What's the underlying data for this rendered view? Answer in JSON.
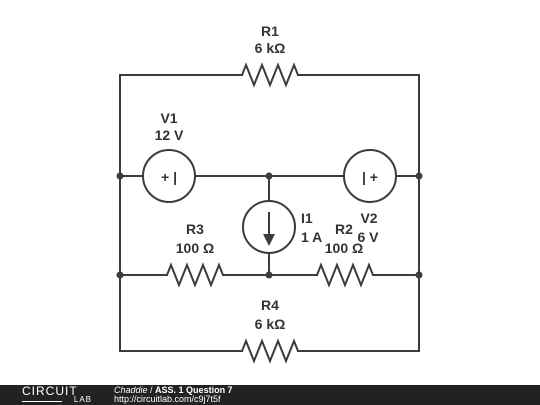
{
  "circuit": {
    "components": {
      "R1": {
        "label": "R1",
        "value": "6 kΩ"
      },
      "V1": {
        "label": "V1",
        "value": "12 V"
      },
      "V2": {
        "label": "V2",
        "value": "6 V"
      },
      "I1": {
        "label": "I1",
        "value": "1 A"
      },
      "R2": {
        "label": "R2",
        "value": "100 Ω"
      },
      "R3": {
        "label": "R3",
        "value": "100 Ω"
      },
      "R4": {
        "label": "R4",
        "value": "6 kΩ"
      }
    },
    "source_symbols": {
      "V1": "+ |",
      "V2": "| +"
    }
  },
  "footer": {
    "logo_top": "CIRCUIT",
    "logo_bottom": "LAB",
    "author": "Chaddie",
    "separator": " / ",
    "title": "ASS. 1 Question 7",
    "url": "http://circuitlab.com/c9j7t5f"
  },
  "colors": {
    "wire": "#3c3c3c",
    "label": "#333333",
    "footer_bg": "#222222"
  }
}
